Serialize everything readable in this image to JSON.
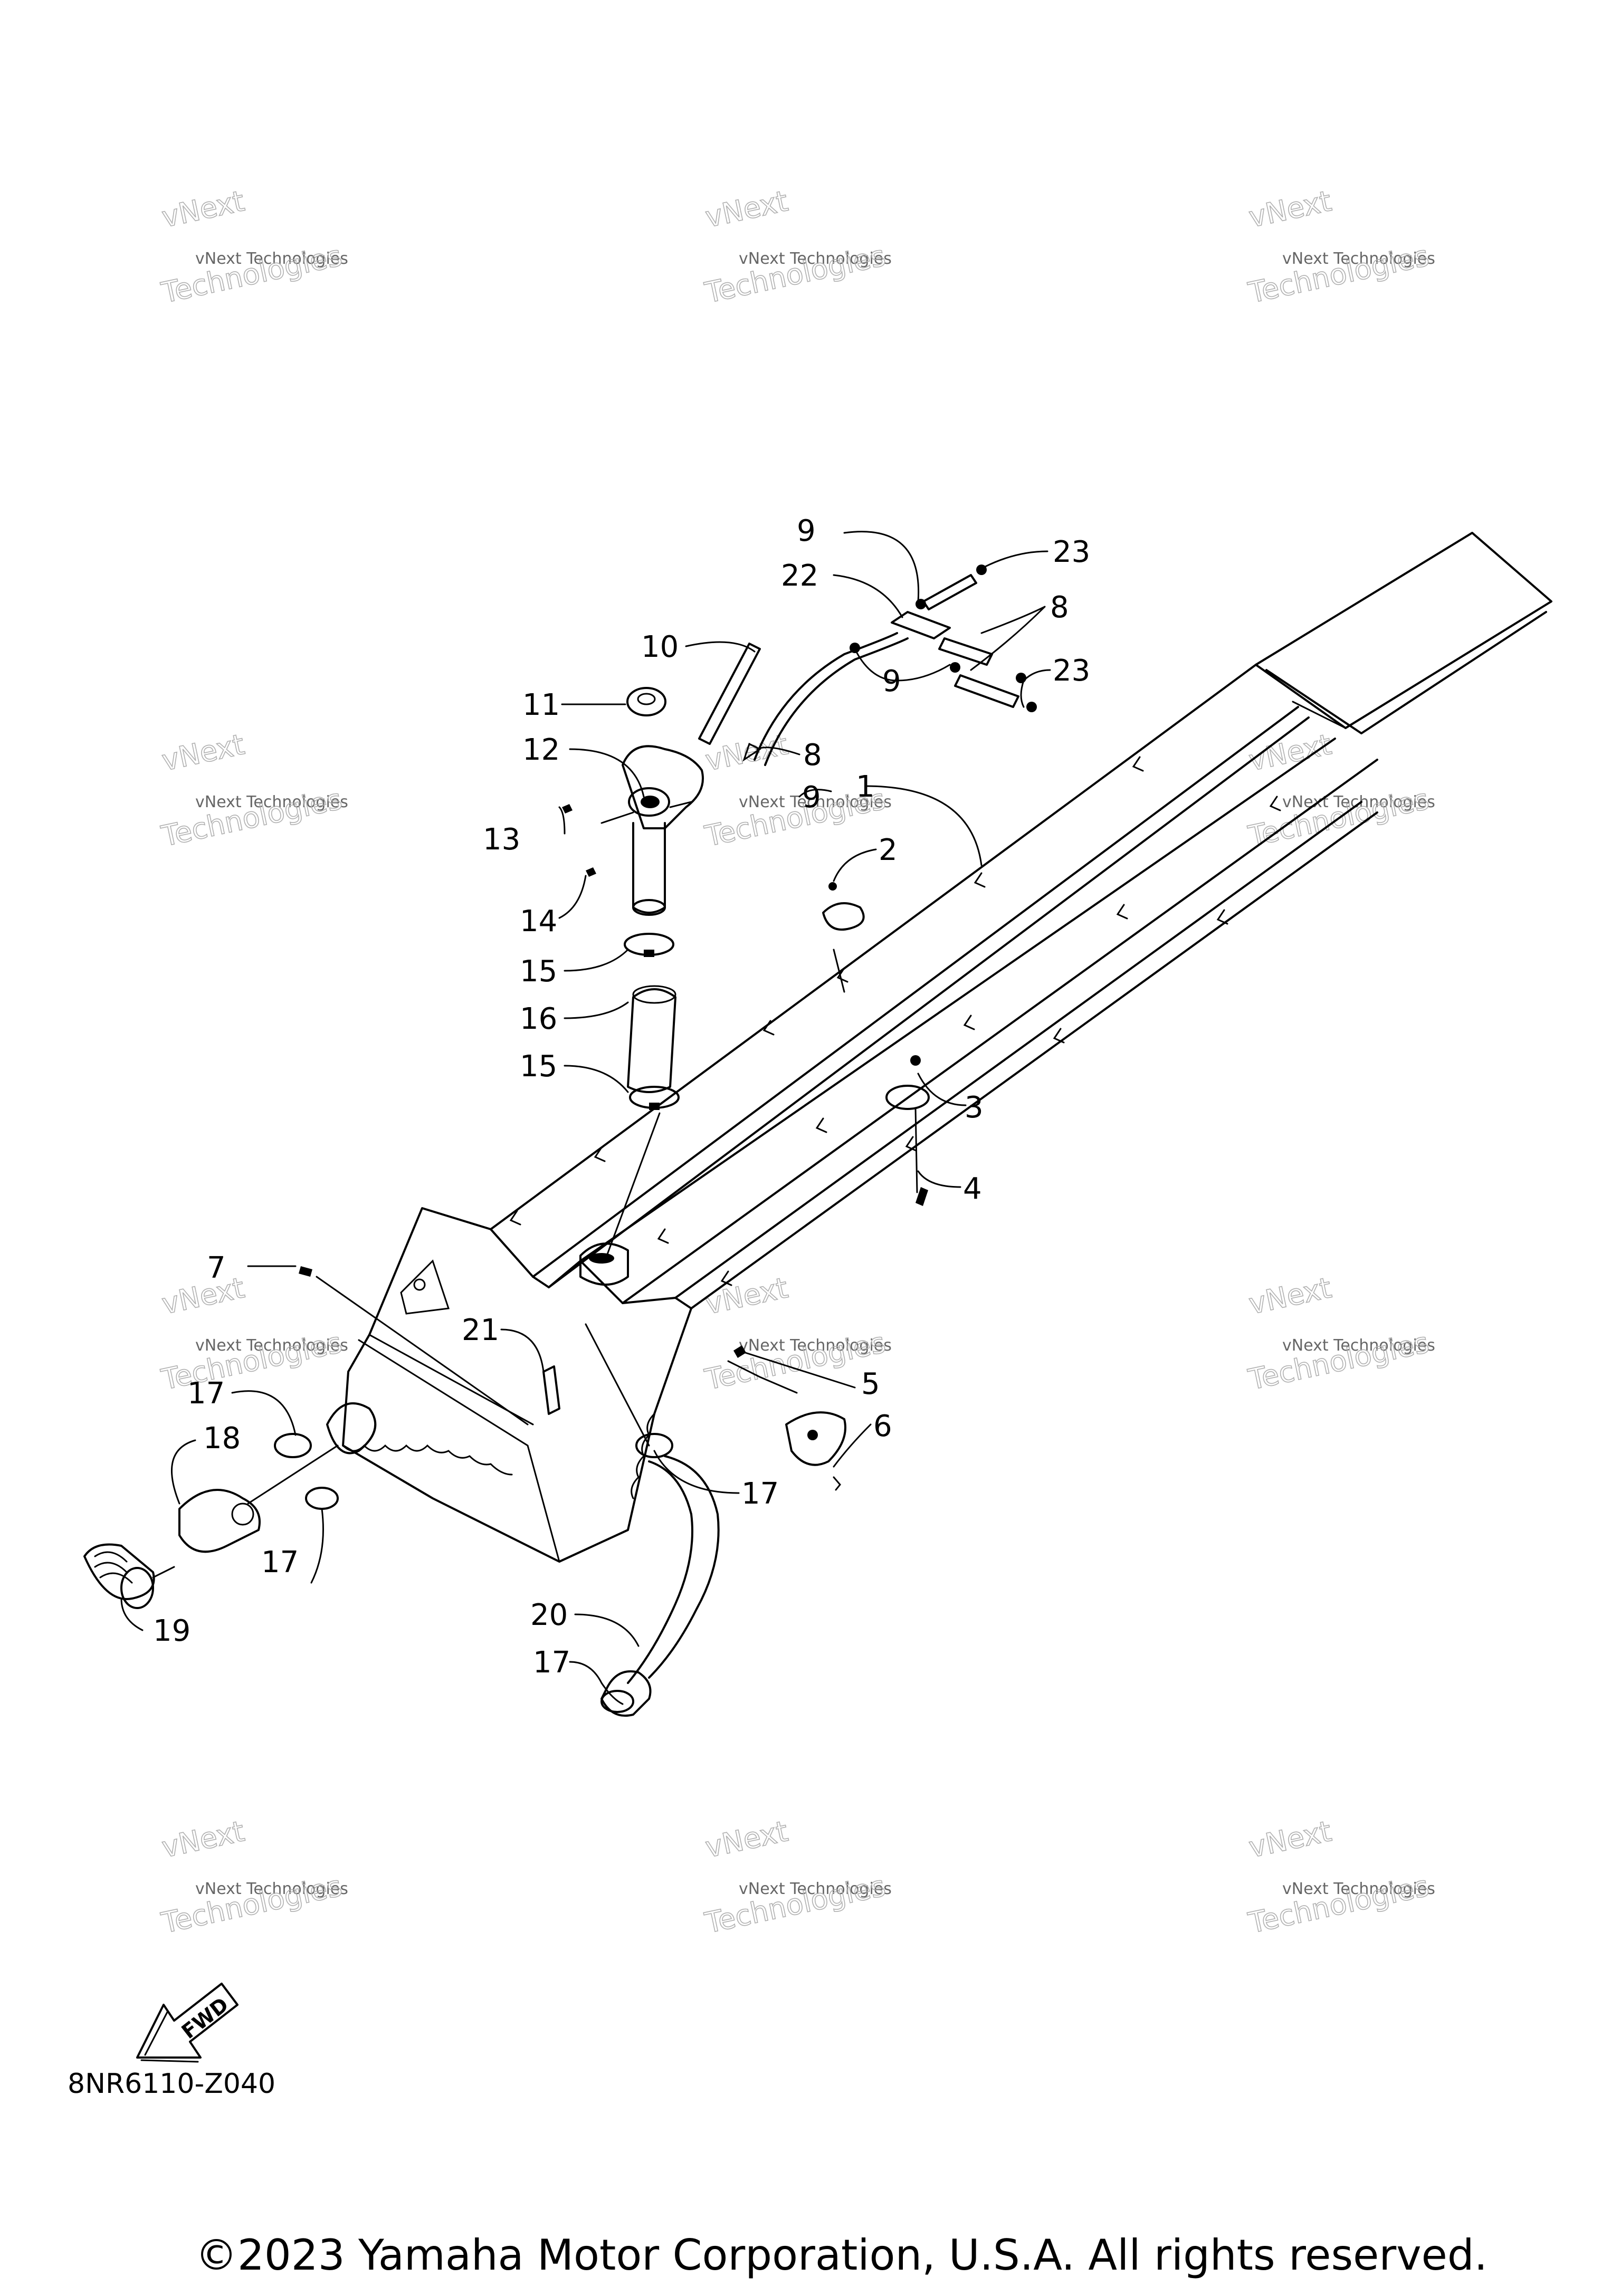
{
  "callouts": [
    {
      "n": "1"
    },
    {
      "n": "2"
    },
    {
      "n": "3"
    },
    {
      "n": "4"
    },
    {
      "n": "5"
    },
    {
      "n": "6"
    },
    {
      "n": "7"
    },
    {
      "n": "8"
    },
    {
      "n": "8"
    },
    {
      "n": "9"
    },
    {
      "n": "9"
    },
    {
      "n": "9"
    },
    {
      "n": "10"
    },
    {
      "n": "11"
    },
    {
      "n": "12"
    },
    {
      "n": "13"
    },
    {
      "n": "14"
    },
    {
      "n": "15"
    },
    {
      "n": "15"
    },
    {
      "n": "16"
    },
    {
      "n": "17"
    },
    {
      "n": "17"
    },
    {
      "n": "17"
    },
    {
      "n": "17"
    },
    {
      "n": "18"
    },
    {
      "n": "19"
    },
    {
      "n": "20"
    },
    {
      "n": "21"
    },
    {
      "n": "22"
    },
    {
      "n": "23"
    },
    {
      "n": "23"
    }
  ],
  "watermark": {
    "line1": "vNext",
    "line2": "vNext Technologies",
    "line3": "Technologies"
  },
  "fwd_label": "FWD",
  "figure_code": "8NR6110-Z040",
  "copyright": "©2023 Yamaha Motor Corporation, U.S.A. All rights reserved."
}
